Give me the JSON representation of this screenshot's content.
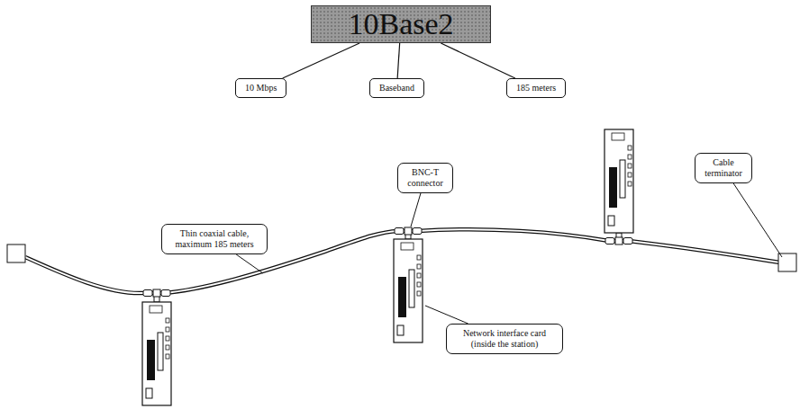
{
  "diagram": {
    "nodes": [
      {
        "text": [
          "10Base2"
        ]
      },
      {
        "text": [
          "10 Mbps"
        ]
      },
      {
        "text": [
          "Baseband"
        ]
      },
      {
        "text": [
          "185 meters"
        ]
      },
      {
        "text": [
          "Thin coaxial cable, maximum 185 meters"
        ]
      },
      {
        "text": [
          "BNC-T connector"
        ]
      },
      {
        "text": [
          "Cable terminator"
        ]
      },
      {
        "text": [
          "Network interface card (inside the station)"
        ]
      }
    ],
    "edges": [
      {
        "from": 0,
        "to": 1,
        "arrow": "none"
      },
      {
        "from": 0,
        "to": 2,
        "arrow": "none"
      },
      {
        "from": 0,
        "to": 3,
        "arrow": "none"
      }
    ]
  }
}
